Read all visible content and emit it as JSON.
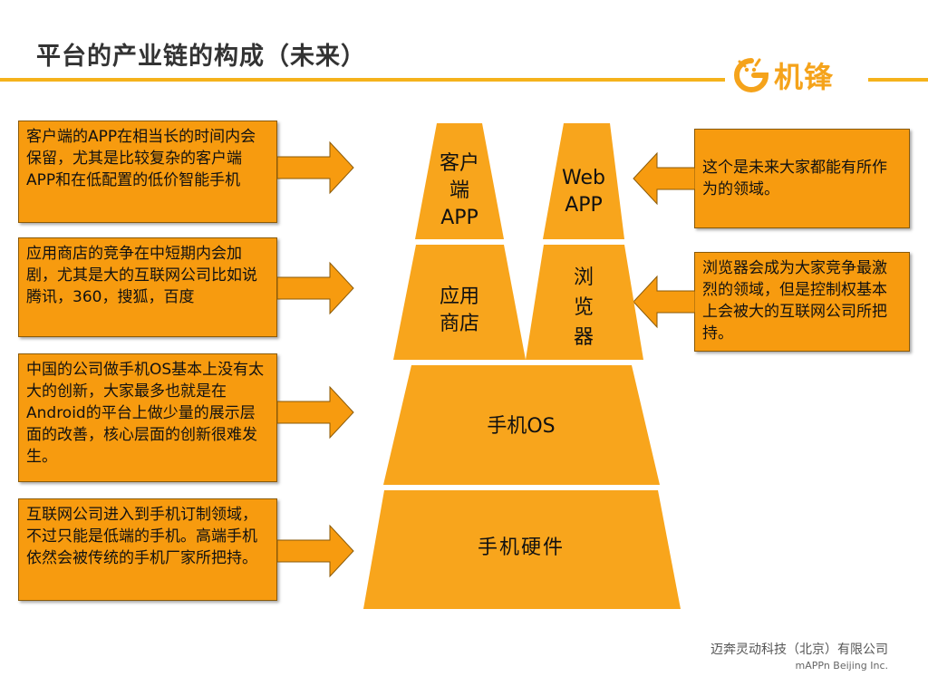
{
  "title": "平台的产业链的构成（未来）",
  "logo": {
    "text": "机锋",
    "icon": "smiley-g-icon"
  },
  "colors": {
    "accent": "#f5b21b",
    "box": "#f79b0f",
    "tier": "#f8a51c"
  },
  "left_boxes": [
    {
      "text": "客户端的APP在相当长的时间内会保留，尤其是比较复杂的客户端APP和在低配置的低价智能手机"
    },
    {
      "text": "应用商店的竞争在中短期内会加剧，尤其是大的互联网公司比如说腾讯，360，搜狐，百度"
    },
    {
      "text": "中国的公司做手机OS基本上没有太大的创新，大家最多也就是在Android的平台上做少量的展示层面的改善，核心层面的创新很难发生。"
    },
    {
      "text": "互联网公司进入到手机订制领域，不过只能是低端的手机。高端手机依然会被传统的手机厂家所把持。"
    }
  ],
  "right_boxes": [
    {
      "text": "这个是未来大家都能有所作为的领域。"
    },
    {
      "text": "浏览器会成为大家竞争最激烈的领域，但是控制权基本上会被大的互联网公司所把持。"
    }
  ],
  "pyramid": {
    "client_app": [
      "客户",
      "端",
      "APP"
    ],
    "web_app": [
      "Web",
      "APP"
    ],
    "app_store": [
      "应用",
      "商店"
    ],
    "browser": [
      "浏",
      "览",
      "器"
    ],
    "os": "手机OS",
    "hardware": "手机硬件"
  },
  "footer": {
    "company_cn": "迈奔灵动科技（北京）有限公司",
    "company_en": "mAPPn Beijing Inc."
  }
}
